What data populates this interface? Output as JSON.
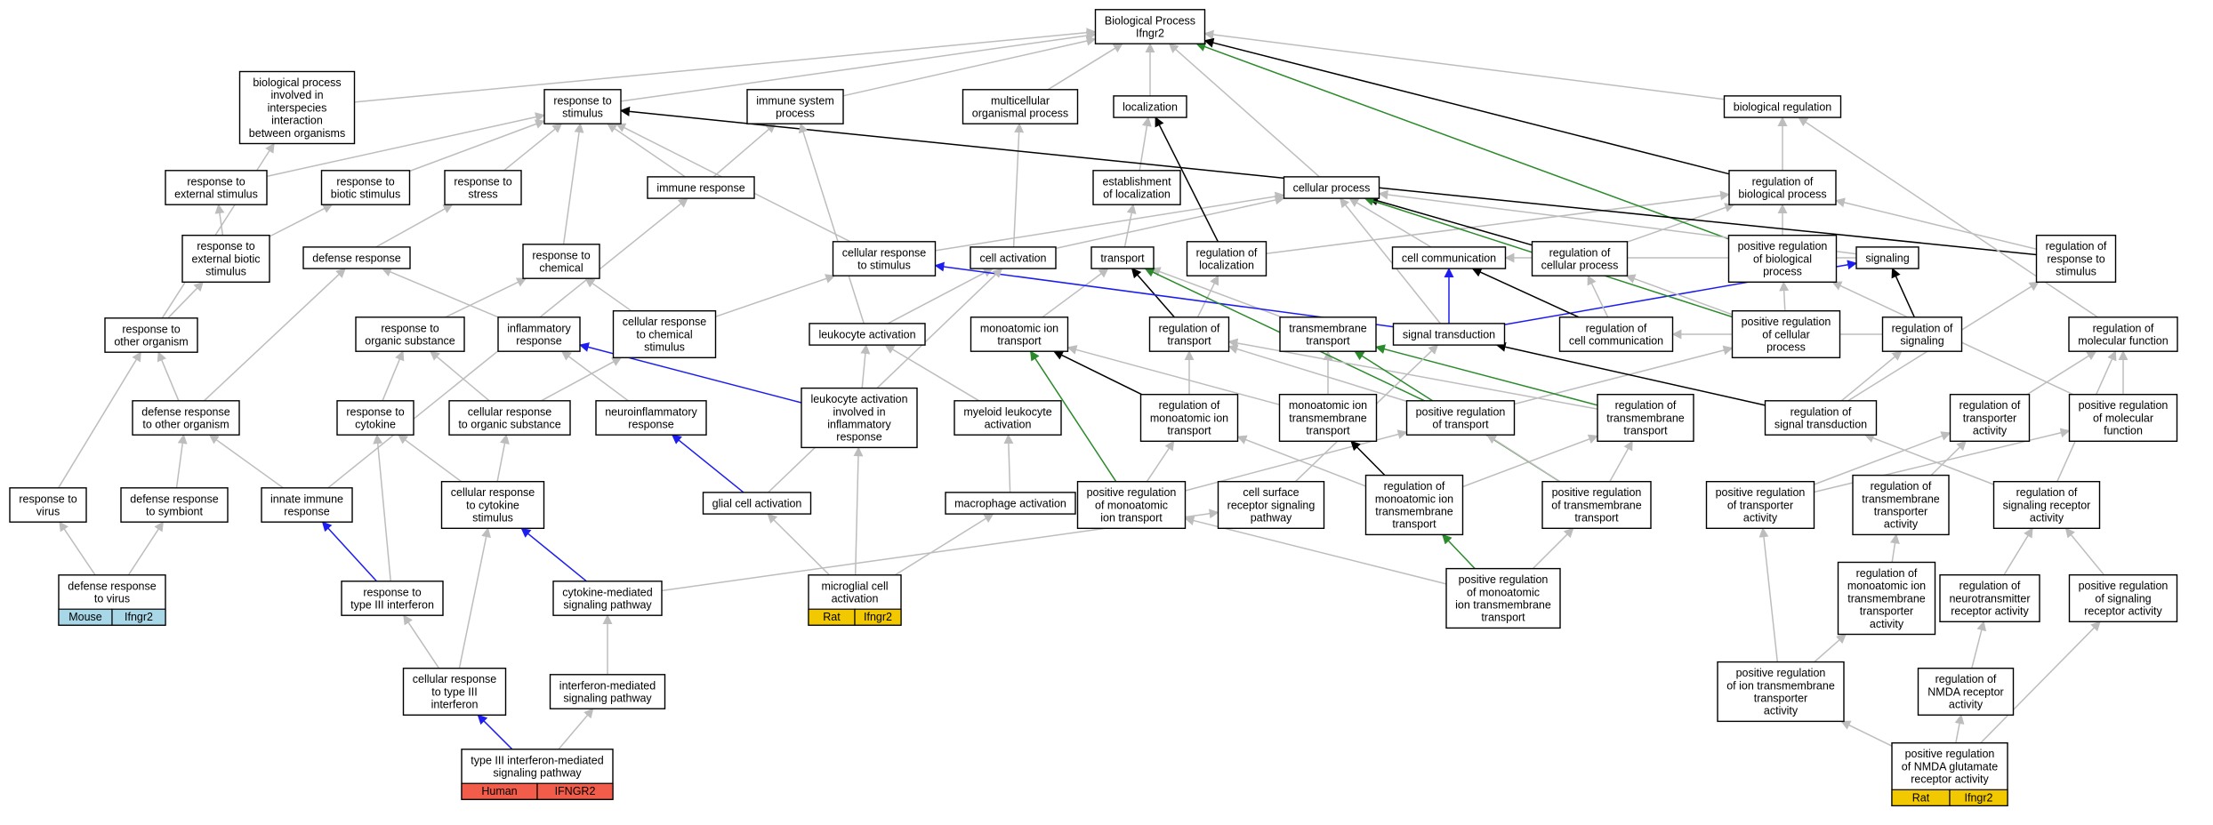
{
  "colors": {
    "gray": "#bdbdbd",
    "black": "#000000",
    "blue": "#1d1df2",
    "green": "#2b8a2b",
    "mouse": "#a8d8e8",
    "rat": "#f2c800",
    "human": "#f25c4a"
  },
  "nodes": {
    "bp": {
      "lines": [
        "Biological Process",
        "Ifngr2"
      ]
    },
    "bpinv": {
      "lines": [
        "biological process",
        "involved in",
        "interspecies",
        "interaction",
        "between organisms"
      ]
    },
    "rts": {
      "lines": [
        "response to",
        "stimulus"
      ]
    },
    "isp": {
      "lines": [
        "immune system",
        "process"
      ]
    },
    "mop": {
      "lines": [
        "multicellular",
        "organismal process"
      ]
    },
    "loc": {
      "lines": [
        "localization"
      ]
    },
    "breg": {
      "lines": [
        "biological regulation"
      ]
    },
    "rext": {
      "lines": [
        "response to",
        "external stimulus"
      ]
    },
    "rbio": {
      "lines": [
        "response to",
        "biotic stimulus"
      ]
    },
    "rstress": {
      "lines": [
        "response to",
        "stress"
      ]
    },
    "imresp": {
      "lines": [
        "immune response"
      ]
    },
    "estloc": {
      "lines": [
        "establishment",
        "of localization"
      ]
    },
    "cellproc": {
      "lines": [
        "cellular process"
      ]
    },
    "regbp": {
      "lines": [
        "regulation of",
        "biological process"
      ]
    },
    "rextbio": {
      "lines": [
        "response to",
        "external biotic",
        "stimulus"
      ]
    },
    "defresp": {
      "lines": [
        "defense response"
      ]
    },
    "rchem": {
      "lines": [
        "response to",
        "chemical"
      ]
    },
    "cellrs": {
      "lines": [
        "cellular response",
        "to stimulus"
      ]
    },
    "cellact": {
      "lines": [
        "cell activation"
      ]
    },
    "transport": {
      "lines": [
        "transport"
      ]
    },
    "regloc": {
      "lines": [
        "regulation of",
        "localization"
      ]
    },
    "cellcomm": {
      "lines": [
        "cell communication"
      ]
    },
    "regcp": {
      "lines": [
        "regulation of",
        "cellular process"
      ]
    },
    "posregbp": {
      "lines": [
        "positive regulation",
        "of biological",
        "process"
      ]
    },
    "signaling": {
      "lines": [
        "signaling"
      ]
    },
    "regrs": {
      "lines": [
        "regulation of",
        "response to",
        "stimulus"
      ]
    },
    "roo": {
      "lines": [
        "response to",
        "other organism"
      ]
    },
    "rorg": {
      "lines": [
        "response to",
        "organic substance"
      ]
    },
    "inflam": {
      "lines": [
        "inflammatory",
        "response"
      ]
    },
    "crchem": {
      "lines": [
        "cellular response",
        "to chemical",
        "stimulus"
      ]
    },
    "leukact": {
      "lines": [
        "leukocyte activation"
      ]
    },
    "moitrans": {
      "lines": [
        "monoatomic ion",
        "transport"
      ]
    },
    "regtrans": {
      "lines": [
        "regulation of",
        "transport"
      ]
    },
    "tmtrans": {
      "lines": [
        "transmembrane",
        "transport"
      ]
    },
    "sigtrans": {
      "lines": [
        "signal transduction"
      ]
    },
    "regcc": {
      "lines": [
        "regulation of",
        "cell communication"
      ]
    },
    "posregcp": {
      "lines": [
        "positive regulation",
        "of cellular",
        "process"
      ]
    },
    "regsig": {
      "lines": [
        "regulation of",
        "signaling"
      ]
    },
    "regmf": {
      "lines": [
        "regulation of",
        "molecular function"
      ]
    },
    "droo": {
      "lines": [
        "defense response",
        "to other organism"
      ]
    },
    "rcyto": {
      "lines": [
        "response to",
        "cytokine"
      ]
    },
    "crorg": {
      "lines": [
        "cellular response",
        "to organic substance"
      ]
    },
    "neuroinf": {
      "lines": [
        "neuroinflammatory",
        "response"
      ]
    },
    "leukinf": {
      "lines": [
        "leukocyte activation",
        "involved in",
        "inflammatory",
        "response"
      ]
    },
    "myeleuk": {
      "lines": [
        "myeloid leukocyte",
        "activation"
      ]
    },
    "regmoit": {
      "lines": [
        "regulation of",
        "monoatomic ion",
        "transport"
      ]
    },
    "moitmt": {
      "lines": [
        "monoatomic ion",
        "transmembrane",
        "transport"
      ]
    },
    "posregtr": {
      "lines": [
        "positive regulation",
        "of transport"
      ]
    },
    "regtmt": {
      "lines": [
        "regulation of",
        "transmembrane",
        "transport"
      ]
    },
    "regst": {
      "lines": [
        "regulation of",
        "signal transduction"
      ]
    },
    "regtra": {
      "lines": [
        "regulation of",
        "transporter",
        "activity"
      ]
    },
    "posregmf": {
      "lines": [
        "positive regulation",
        "of molecular",
        "function"
      ]
    },
    "rvirus": {
      "lines": [
        "response to",
        "virus"
      ]
    },
    "drsym": {
      "lines": [
        "defense response",
        "to symbiont"
      ]
    },
    "innate": {
      "lines": [
        "innate immune",
        "response"
      ]
    },
    "crcyto": {
      "lines": [
        "cellular response",
        "to cytokine",
        "stimulus"
      ]
    },
    "glial": {
      "lines": [
        "glial cell activation"
      ]
    },
    "macro": {
      "lines": [
        "macrophage activation"
      ]
    },
    "posregmoit": {
      "lines": [
        "positive regulation",
        "of monoatomic",
        "ion transport"
      ]
    },
    "csrsp": {
      "lines": [
        "cell surface",
        "receptor signaling",
        "pathway"
      ]
    },
    "regmoitmt": {
      "lines": [
        "regulation of",
        "monoatomic ion",
        "transmembrane",
        "transport"
      ]
    },
    "posregtmt": {
      "lines": [
        "positive regulation",
        "of transmembrane",
        "transport"
      ]
    },
    "posregtra": {
      "lines": [
        "positive regulation",
        "of transporter",
        "activity"
      ]
    },
    "regtmtra": {
      "lines": [
        "regulation of",
        "transmembrane",
        "transporter",
        "activity"
      ]
    },
    "regsra": {
      "lines": [
        "regulation of",
        "signaling receptor",
        "activity"
      ]
    },
    "drvirus": {
      "lines": [
        "defense response",
        "to virus"
      ],
      "tag": [
        "Mouse",
        "Ifngr2"
      ],
      "tagColor": "mouse"
    },
    "rt3ifn": {
      "lines": [
        "response to",
        "type III interferon"
      ]
    },
    "cmsp": {
      "lines": [
        "cytokine-mediated",
        "signaling pathway"
      ]
    },
    "microglial": {
      "lines": [
        "microglial cell",
        "activation"
      ],
      "tag": [
        "Rat",
        "Ifngr2"
      ],
      "tagColor": "rat"
    },
    "posregmoitmt": {
      "lines": [
        "positive regulation",
        "of monoatomic",
        "ion transmembrane",
        "transport"
      ]
    },
    "regmoitmtra": {
      "lines": [
        "regulation of",
        "monoatomic ion",
        "transmembrane",
        "transporter",
        "activity"
      ]
    },
    "regntra": {
      "lines": [
        "regulation of",
        "neurotransmitter",
        "receptor activity"
      ]
    },
    "posregsra": {
      "lines": [
        "positive regulation",
        "of signaling",
        "receptor activity"
      ]
    },
    "crt3ifn": {
      "lines": [
        "cellular response",
        "to type III",
        "interferon"
      ]
    },
    "ifnsp": {
      "lines": [
        "interferon-mediated",
        "signaling pathway"
      ]
    },
    "posregitmtra": {
      "lines": [
        "positive regulation",
        "of ion transmembrane",
        "transporter",
        "activity"
      ]
    },
    "regnmda": {
      "lines": [
        "regulation of",
        "NMDA receptor",
        "activity"
      ]
    },
    "t3ifnsp": {
      "lines": [
        "type III interferon-mediated",
        "signaling pathway"
      ],
      "tag": [
        "Human",
        "IFNGR2"
      ],
      "tagColor": "human"
    },
    "posregnmda": {
      "lines": [
        "positive regulation",
        "of NMDA glutamate",
        "receptor activity"
      ],
      "tag": [
        "Rat",
        "Ifngr2"
      ],
      "tagColor": "rat"
    }
  }
}
